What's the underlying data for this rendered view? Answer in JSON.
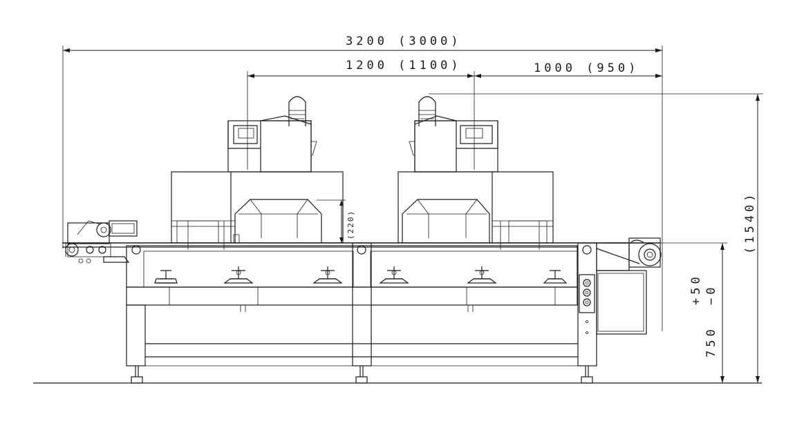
{
  "dimensions": {
    "total_length": "3200  (3000)",
    "unit_pitch": "1200  (1100)",
    "end_offset": "1000 (950)",
    "overall_height": "(1540)",
    "lamp_gap": "(220)",
    "conveyor_height": "750",
    "conveyor_tolerance_upper": "+50",
    "conveyor_tolerance_lower": "−0"
  }
}
